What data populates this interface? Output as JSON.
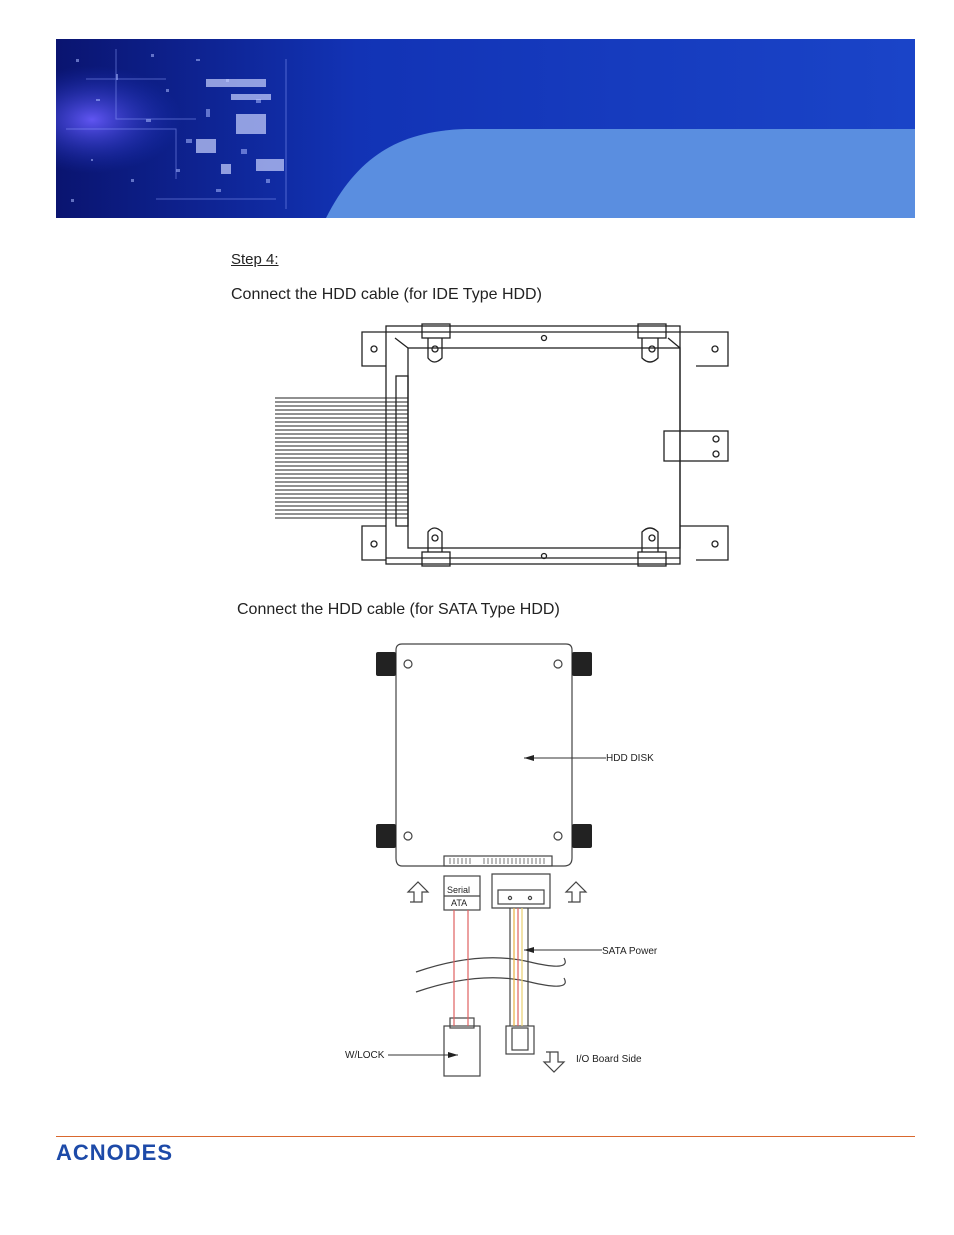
{
  "step": {
    "heading": "Step 4:"
  },
  "ide_section": {
    "caption": "Connect the HDD cable (for IDE Type HDD)"
  },
  "sata_section": {
    "caption": "Connect the HDD cable (for SATA Type HDD)",
    "labels": {
      "hdd_disk": "HDD DISK",
      "serial_ata_line1": "Serial",
      "serial_ata_line2": "ATA",
      "sata_power": "SATA Power",
      "w_lock": "W/LOCK",
      "io_board_side": "I/O Board Side"
    }
  },
  "footer": {
    "logo": "ACNODES",
    "rule_color": "#d9682e"
  },
  "colors": {
    "banner_dark": "#0b1f8a",
    "banner_light": "#5a8ee0",
    "brand_blue": "#1d4aa8"
  }
}
